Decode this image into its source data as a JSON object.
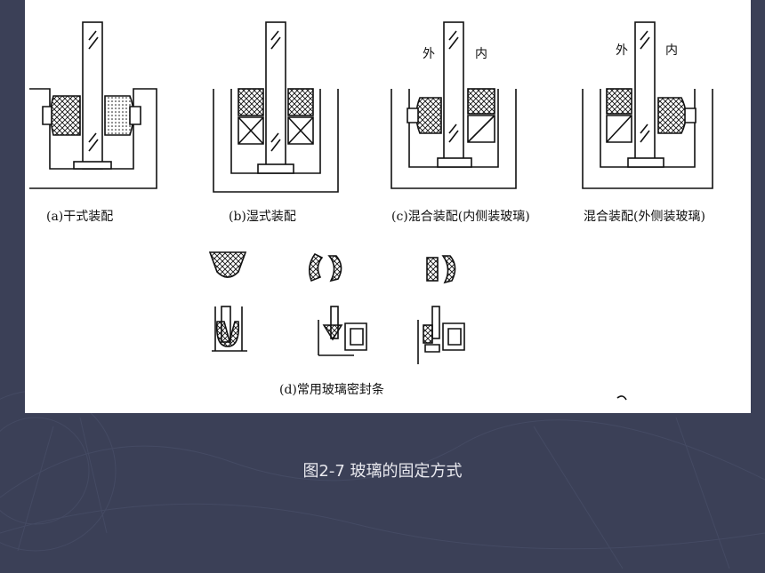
{
  "labels": {
    "a": "(a)干式装配",
    "b": "(b)湿式装配",
    "c": "(c)混合装配(内侧装玻璃)",
    "d_mixed": "混合装配(外侧装玻璃)",
    "seals": "(d)常用玻璃密封条"
  },
  "tags": {
    "c_outer": "外",
    "c_inner": "内",
    "d_outer": "外",
    "d_inner": "内"
  },
  "caption": "图2-7  玻璃的固定方式",
  "colors": {
    "background": "#3a3f55",
    "panel": "#ffffff",
    "ink": "#111111",
    "caption": "#e8e8ee"
  }
}
